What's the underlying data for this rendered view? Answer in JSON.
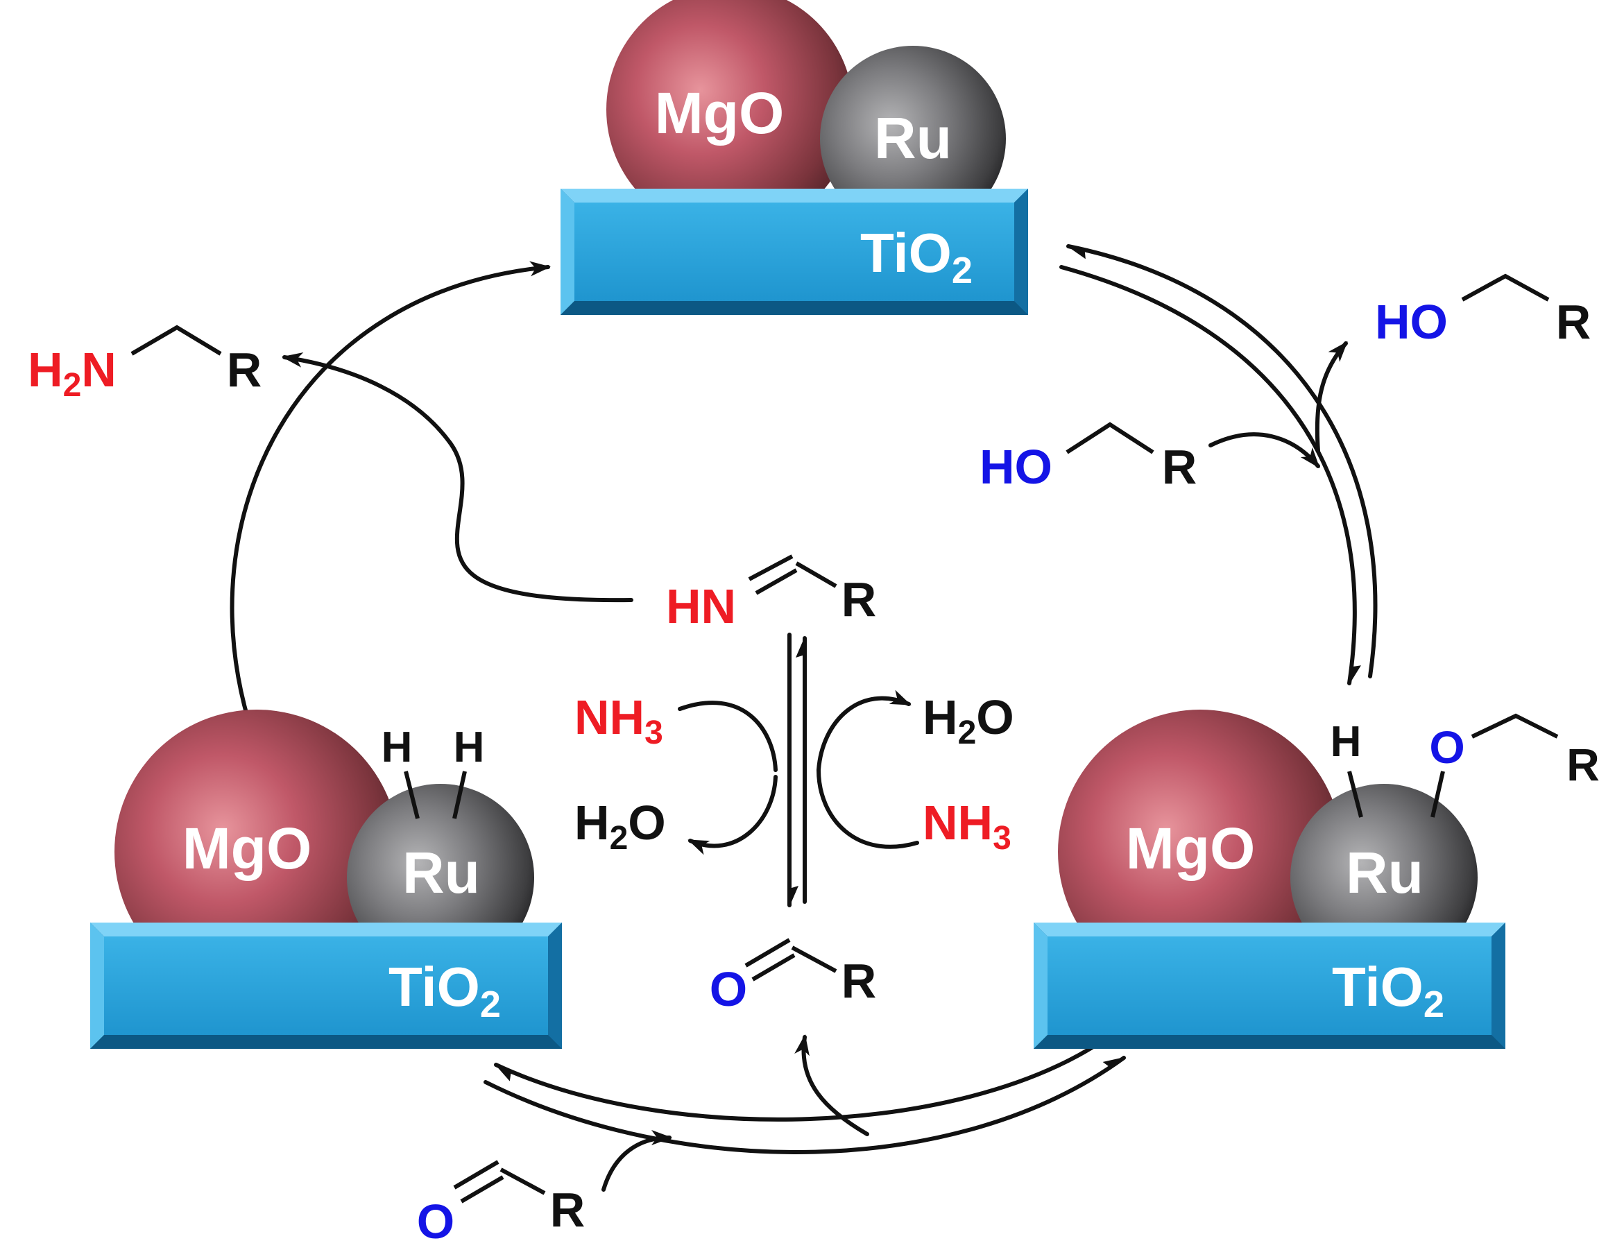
{
  "colors": {
    "red": "#ee1c24",
    "blue": "#1414e6",
    "black": "#111111",
    "tio2": "#2aa6de",
    "mgo": "#c85a66",
    "ru": "#77787a",
    "white": "#ffffff"
  },
  "catalysts": {
    "top": {
      "mgo": "MgO",
      "ru": "Ru",
      "support_main": "TiO",
      "support_sub": "2"
    },
    "left": {
      "mgo": "MgO",
      "ru": "Ru",
      "support_main": "TiO",
      "support_sub": "2",
      "h1": "H",
      "h2": "H"
    },
    "right": {
      "mgo": "MgO",
      "ru": "Ru",
      "support_main": "TiO",
      "support_sub": "2",
      "h": "H",
      "o": "O",
      "r": "R"
    }
  },
  "molecules": {
    "amine": {
      "h": "H",
      "sub": "2",
      "n": "N",
      "r": "R"
    },
    "alcohol_in": {
      "ho": "HO",
      "r": "R"
    },
    "alcohol_out": {
      "ho": "HO",
      "r": "R"
    },
    "imine": {
      "hn": "HN",
      "r": "R"
    },
    "aldehyde_center": {
      "o": "O",
      "r": "R"
    },
    "aldehyde_bottom": {
      "o": "O",
      "r": "R"
    }
  },
  "reagents": {
    "nh3_left": {
      "main": "NH",
      "sub": "3"
    },
    "h2o_left": {
      "h": "H",
      "sub": "2",
      "o": "O"
    },
    "h2o_right": {
      "h": "H",
      "sub": "2",
      "o": "O"
    },
    "nh3_right": {
      "main": "NH",
      "sub": "3"
    }
  }
}
